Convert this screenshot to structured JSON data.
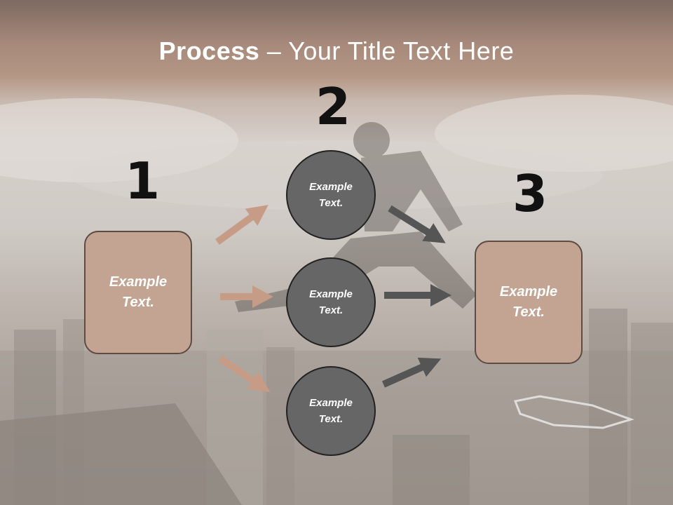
{
  "title": {
    "bold": "Process",
    "rest": " – Your Title Text Here"
  },
  "steps": {
    "one": "1",
    "two": "2",
    "three": "3"
  },
  "left_box": {
    "text": "Example Text."
  },
  "right_box": {
    "text": "Example Text."
  },
  "circles": [
    {
      "text": "Example Text."
    },
    {
      "text": "Example Text."
    },
    {
      "text": "Example Text."
    }
  ],
  "colors": {
    "box_fill": "#c3a492",
    "circle_fill": "#666666",
    "arrow_left": "#c79c87",
    "arrow_right": "#555555"
  }
}
